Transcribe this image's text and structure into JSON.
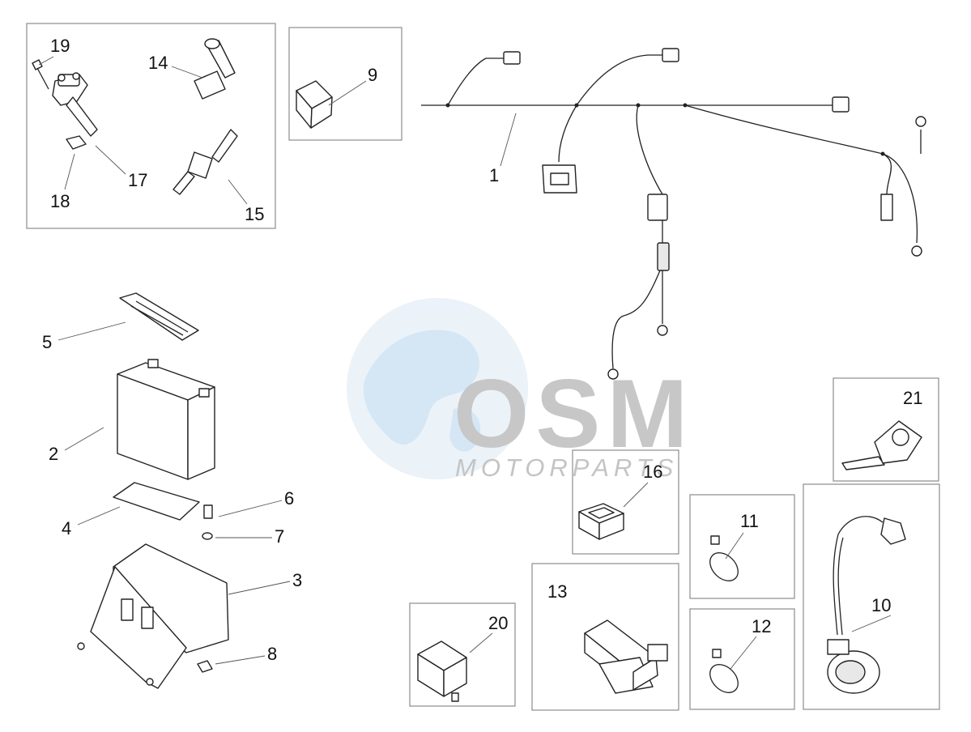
{
  "watermark": {
    "brand_text": "MOTORPARTS",
    "logo": "osm-globe-logo"
  },
  "callouts": {
    "c1": "1",
    "c2": "2",
    "c3": "3",
    "c4": "4",
    "c5": "5",
    "c6": "6",
    "c7": "7",
    "c8": "8",
    "c9": "9",
    "c10": "10",
    "c11": "11",
    "c12": "12",
    "c13": "13",
    "c14": "14",
    "c15": "15",
    "c16": "16",
    "c17": "17",
    "c18": "18",
    "c19": "19",
    "c20": "20",
    "c21": "21"
  }
}
